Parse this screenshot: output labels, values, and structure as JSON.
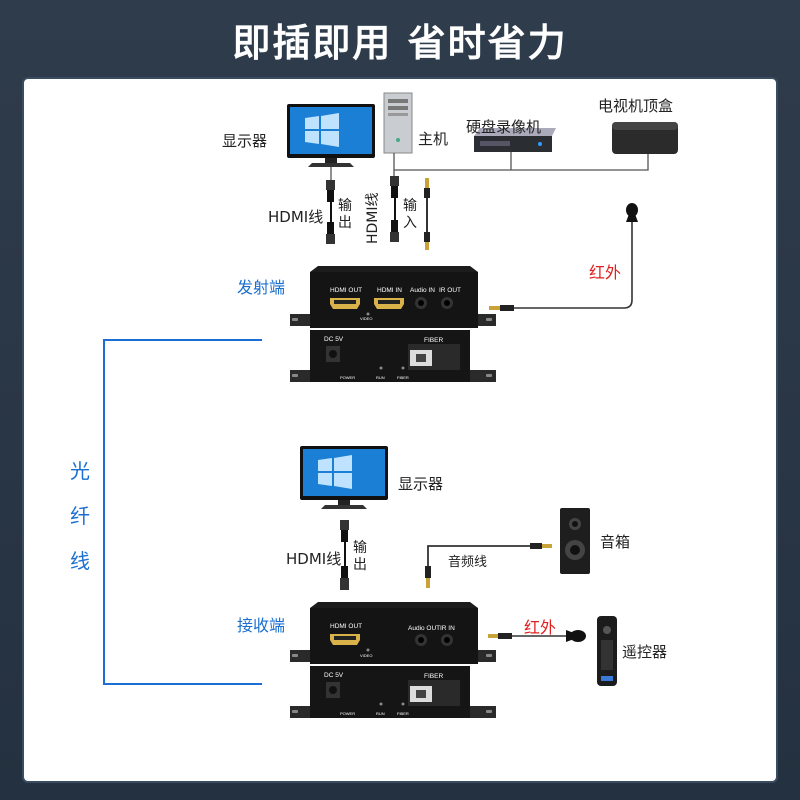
{
  "title": "即插即用 省时省力",
  "top": {
    "monitor": "显示器",
    "host": "主机",
    "dvr": "硬盘录像机",
    "stb": "电视机顶盒",
    "hdmi_cable": "HDMI线",
    "output": "输出",
    "input": "输入",
    "hdmi_cable_v": "HDMI线",
    "infrared": "红外",
    "transmitter": "发射端"
  },
  "device_tx": {
    "hdmi_out": "HDMI OUT",
    "hdmi_in": "HDMI IN",
    "audio": "Audio IN",
    "ir": "IR OUT",
    "video": "VIDEO",
    "dc": "DC 5V",
    "fiber": "FIBER",
    "power": "POWER",
    "run": "RUN",
    "fiber_led": "FIBER"
  },
  "fiber_line": [
    "光",
    "纤",
    "线"
  ],
  "bottom": {
    "monitor": "显示器",
    "hdmi_cable": "HDMI线",
    "output": "输出",
    "audio_cable": "音频线",
    "speaker": "音箱",
    "infrared": "红外",
    "remote": "遥控器",
    "receiver": "接收端"
  },
  "device_rx": {
    "hdmi_out": "HDMI OUT",
    "audio": "Audio OUT",
    "ir": "IR IN",
    "video": "VIDEO",
    "dc": "DC 5V",
    "fiber": "FIBER",
    "power": "POWER",
    "run": "RUN",
    "fiber_led": "FIBER"
  },
  "colors": {
    "accent_blue": "#1a6fd0",
    "infrared_red": "#e0201e",
    "background": "#2f3c4c"
  }
}
